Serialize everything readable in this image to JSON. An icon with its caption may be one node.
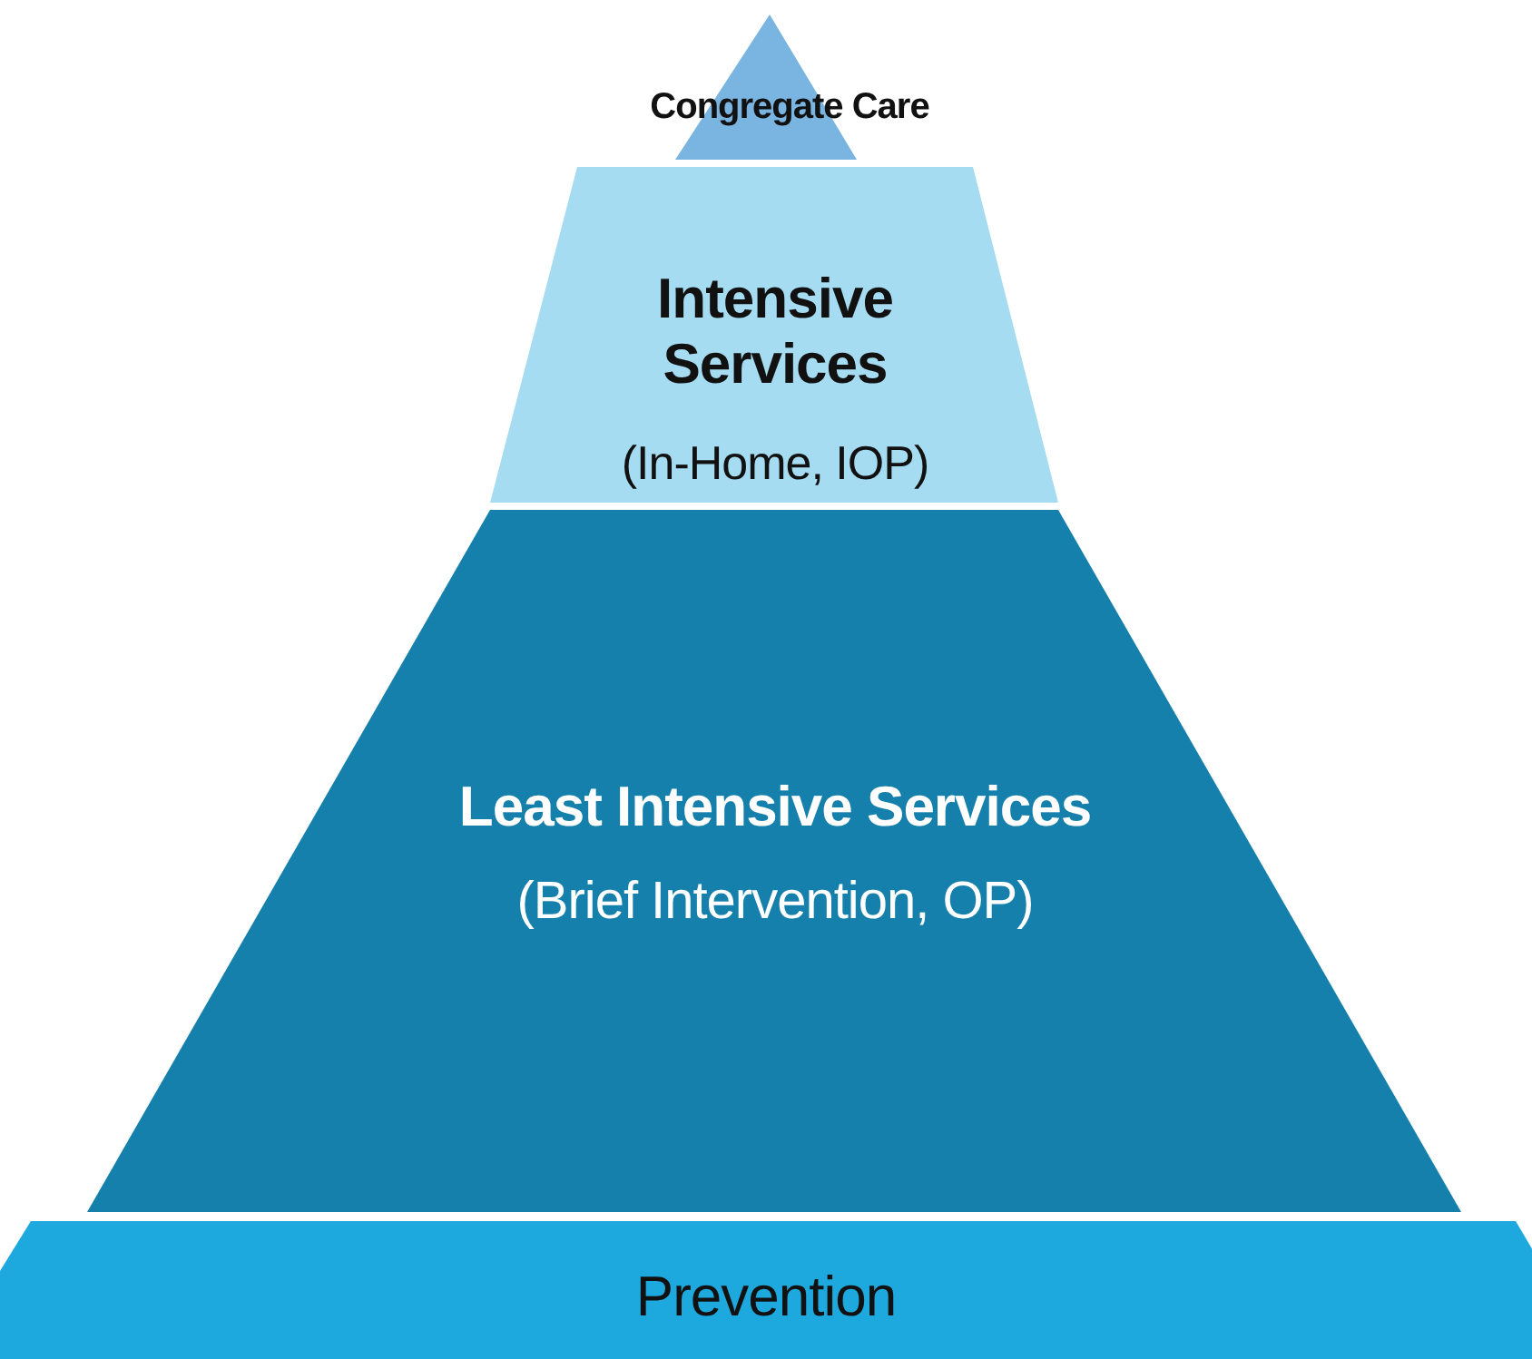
{
  "diagram": {
    "nodes": [
      {
        "text": [
          "Congregate Care"
        ]
      },
      {
        "text": [
          "Intensive Services",
          "(In-Home, IOP)"
        ]
      },
      {
        "text": [
          "Least Intensive Services",
          "(Brief Intervention, OP)"
        ]
      },
      {
        "text": [
          "Prevention"
        ]
      }
    ]
  }
}
